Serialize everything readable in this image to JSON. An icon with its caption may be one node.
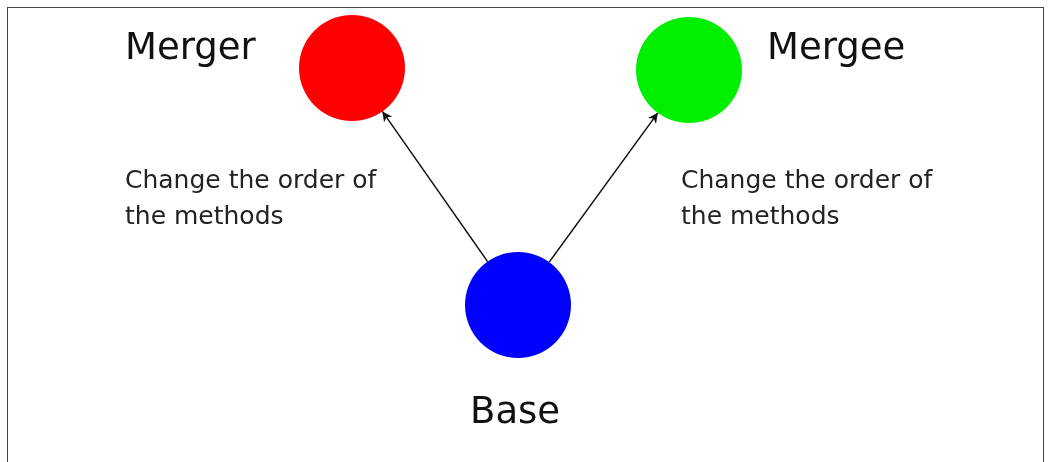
{
  "diagram": {
    "nodes": [
      {
        "text": [],
        "shape": "circle",
        "beside": [
          "Merger"
        ]
      },
      {
        "text": [],
        "shape": "circle",
        "beside": [
          "Mergee"
        ]
      },
      {
        "text": [],
        "shape": "circle",
        "beside": [
          "Base"
        ]
      }
    ],
    "edges": [
      {
        "from": 2,
        "to": 0,
        "arrow": "to",
        "label": "Change the order of the methods"
      },
      {
        "from": 2,
        "to": 1,
        "arrow": "to",
        "label": "Change the order of the methods"
      }
    ]
  }
}
